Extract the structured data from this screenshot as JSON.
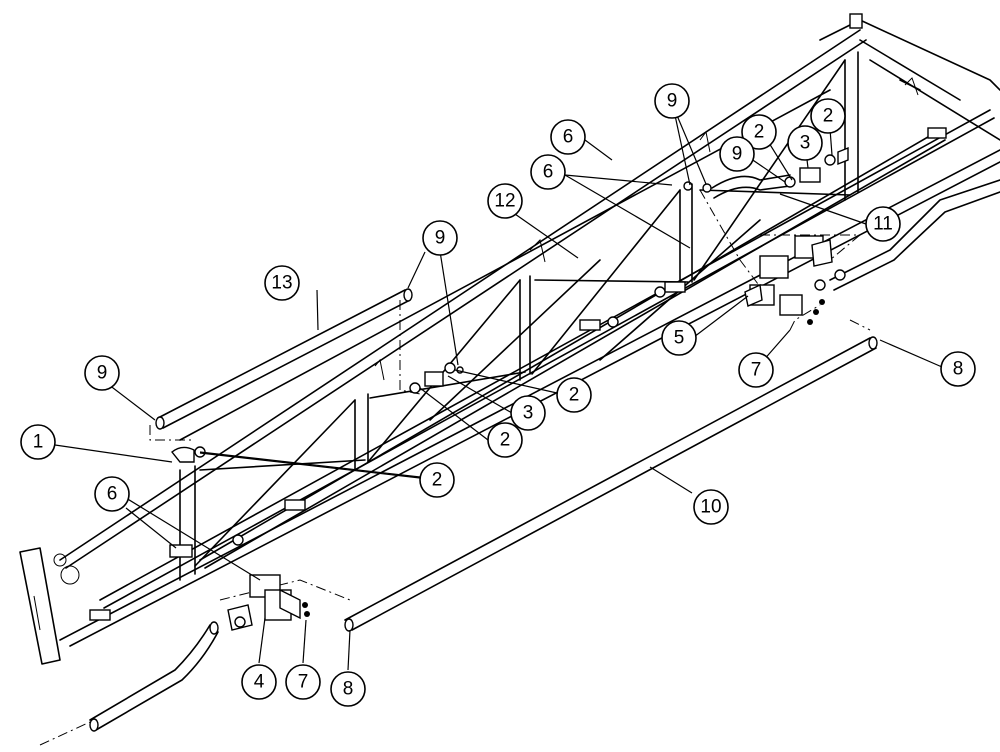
{
  "diagram": {
    "callouts": [
      {
        "id": "c1",
        "label": "1"
      },
      {
        "id": "c2a",
        "label": "2"
      },
      {
        "id": "c2b",
        "label": "2"
      },
      {
        "id": "c2c",
        "label": "2"
      },
      {
        "id": "c2d",
        "label": "2"
      },
      {
        "id": "c2e",
        "label": "2"
      },
      {
        "id": "c3a",
        "label": "3"
      },
      {
        "id": "c3b",
        "label": "3"
      },
      {
        "id": "c4",
        "label": "4"
      },
      {
        "id": "c5",
        "label": "5"
      },
      {
        "id": "c6a",
        "label": "6"
      },
      {
        "id": "c6b",
        "label": "6"
      },
      {
        "id": "c6c",
        "label": "6"
      },
      {
        "id": "c7a",
        "label": "7"
      },
      {
        "id": "c7b",
        "label": "7"
      },
      {
        "id": "c8a",
        "label": "8"
      },
      {
        "id": "c8b",
        "label": "8"
      },
      {
        "id": "c9a",
        "label": "9"
      },
      {
        "id": "c9b",
        "label": "9"
      },
      {
        "id": "c9c",
        "label": "9"
      },
      {
        "id": "c9d",
        "label": "9"
      },
      {
        "id": "c10",
        "label": "10"
      },
      {
        "id": "c11",
        "label": "11"
      },
      {
        "id": "c12",
        "label": "12"
      },
      {
        "id": "c13",
        "label": "13"
      }
    ]
  }
}
